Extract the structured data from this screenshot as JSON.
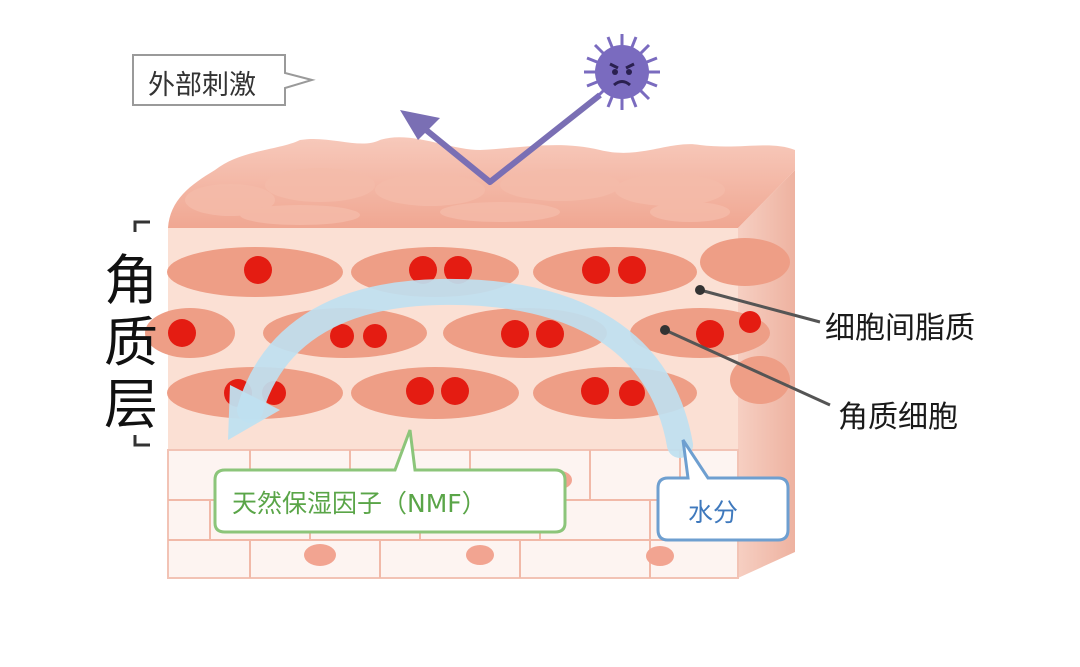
{
  "labels": {
    "external_stimulus": "外部刺激",
    "stratum_corneum": [
      "角",
      "质",
      "层"
    ],
    "intercellular_lipid": "细胞间脂质",
    "corneocyte": "角质细胞",
    "nmf": "天然保湿因子（NMF）",
    "water": "水分"
  },
  "colors": {
    "skin_surface": "#f3b4a4",
    "cell": "#ee9e86",
    "lipid_bg": "#fbe0d4",
    "nucleus": "#e41c12",
    "arrow_blue": "#bfe0f0",
    "stimulus_arrow": "#7a6fb4",
    "nmf_border": "#8cc57a",
    "water_border": "#6e9fd0",
    "germ_virus": "#7a6bbf"
  }
}
